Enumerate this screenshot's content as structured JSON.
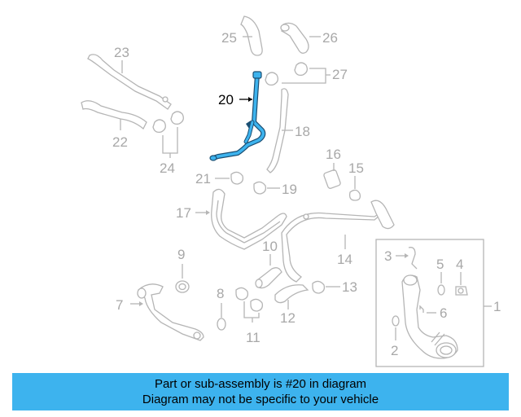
{
  "diagram": {
    "highlight_color": "#3db3ee",
    "callouts": [
      {
        "id": "c1",
        "text": "1"
      },
      {
        "id": "c2",
        "text": "2"
      },
      {
        "id": "c3",
        "text": "3"
      },
      {
        "id": "c4",
        "text": "4"
      },
      {
        "id": "c5",
        "text": "5"
      },
      {
        "id": "c6",
        "text": "6"
      },
      {
        "id": "c7",
        "text": "7"
      },
      {
        "id": "c8",
        "text": "8"
      },
      {
        "id": "c9",
        "text": "9"
      },
      {
        "id": "c10",
        "text": "10"
      },
      {
        "id": "c11",
        "text": "11"
      },
      {
        "id": "c12",
        "text": "12"
      },
      {
        "id": "c13",
        "text": "13"
      },
      {
        "id": "c14",
        "text": "14"
      },
      {
        "id": "c15",
        "text": "15"
      },
      {
        "id": "c16",
        "text": "16"
      },
      {
        "id": "c17",
        "text": "17"
      },
      {
        "id": "c18",
        "text": "18"
      },
      {
        "id": "c19",
        "text": "19"
      },
      {
        "id": "c20",
        "text": "20"
      },
      {
        "id": "c21",
        "text": "21"
      },
      {
        "id": "c22",
        "text": "22"
      },
      {
        "id": "c23",
        "text": "23"
      },
      {
        "id": "c24",
        "text": "24"
      },
      {
        "id": "c25",
        "text": "25"
      },
      {
        "id": "c26",
        "text": "26"
      },
      {
        "id": "c27",
        "text": "27"
      }
    ]
  },
  "banner": {
    "line1": "Part or sub-assembly is #20 in diagram",
    "line2": "Diagram may not be specific to your vehicle",
    "color": "#3db3ee"
  }
}
